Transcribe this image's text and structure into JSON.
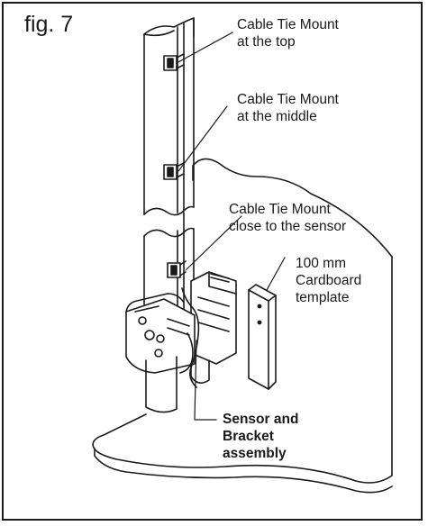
{
  "figure": {
    "label": "fig. 7",
    "callouts": {
      "top": [
        "Cable Tie Mount",
        "at the top"
      ],
      "middle": [
        "Cable Tie Mount",
        "at the middle"
      ],
      "sensor": [
        "Cable Tie Mount",
        "close to the sensor"
      ],
      "template": [
        "100 mm",
        "Cardboard",
        "template"
      ],
      "assembly": [
        "Sensor and",
        "Bracket",
        "assembly"
      ]
    }
  }
}
